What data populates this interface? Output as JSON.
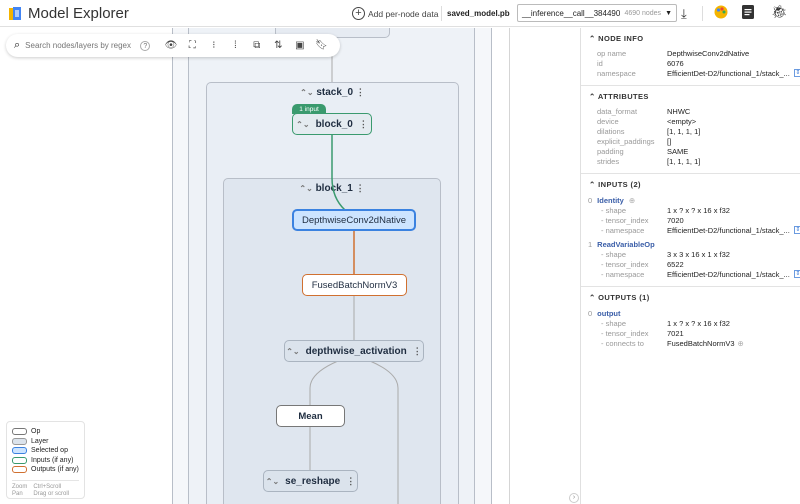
{
  "header": {
    "title": "Model Explorer",
    "add_label": "Add per-node data",
    "file_name": "saved_model.pb",
    "graph_selector": "__inference__call__384490",
    "node_count": "4690 nodes"
  },
  "toolbar": {
    "search_placeholder": "Search nodes/layers by regex"
  },
  "graph": {
    "layers": {
      "stack_0": "stack_0",
      "block_1": "block_1"
    },
    "nodes": {
      "block_0": "block_0",
      "input_badge": "1 input",
      "dw": "DepthwiseConv2dNative",
      "fbn": "FusedBatchNormV3",
      "act": "depthwise_activation",
      "mean": "Mean",
      "se": "se_reshape"
    },
    "colors": {
      "selected": "#3b82e0",
      "inputs": "#3a9a6e",
      "outputs": "#d07030"
    }
  },
  "legend": {
    "items": [
      "Op",
      "Layer",
      "Selected op",
      "Inputs (if any)",
      "Outputs (if any)"
    ],
    "zoom_label": "Zoom",
    "zoom_hint": "Ctrl+Scroll",
    "pan_label": "Pan",
    "pan_hint": "Drag or scroll"
  },
  "panel": {
    "node_info": {
      "title": "NODE INFO",
      "rows": [
        [
          "op name",
          "DepthwiseConv2dNative"
        ],
        [
          "id",
          "6076"
        ],
        [
          "namespace",
          "EfficientDet-D2/functional_1/stack_..."
        ]
      ]
    },
    "attributes": {
      "title": "ATTRIBUTES",
      "rows": [
        [
          "data_format",
          "NHWC"
        ],
        [
          "device",
          "<empty>"
        ],
        [
          "dilations",
          "[1, 1, 1, 1]"
        ],
        [
          "explicit_paddings",
          "[]"
        ],
        [
          "padding",
          "SAME"
        ],
        [
          "strides",
          "[1, 1, 1, 1]"
        ]
      ]
    },
    "inputs": {
      "title": "INPUTS (2)",
      "items": [
        {
          "index": "0",
          "name": "Identity",
          "rows": [
            [
              "shape",
              "1 x ? x ? x 16 x f32"
            ],
            [
              "tensor_index",
              "7020"
            ],
            [
              "namespace",
              "EfficientDet-D2/functional_1/stack_..."
            ]
          ]
        },
        {
          "index": "1",
          "name": "ReadVariableOp",
          "rows": [
            [
              "shape",
              "3 x 3 x 16 x 1 x f32"
            ],
            [
              "tensor_index",
              "6522"
            ],
            [
              "namespace",
              "EfficientDet-D2/functional_1/stack_..."
            ]
          ]
        }
      ]
    },
    "outputs": {
      "title": "OUTPUTS (1)",
      "items": [
        {
          "index": "0",
          "name": "output",
          "rows": [
            [
              "shape",
              "1 x ? x ? x 16 x f32"
            ],
            [
              "tensor_index",
              "7021"
            ],
            [
              "connects to",
              "FusedBatchNormV3"
            ]
          ]
        }
      ]
    }
  }
}
